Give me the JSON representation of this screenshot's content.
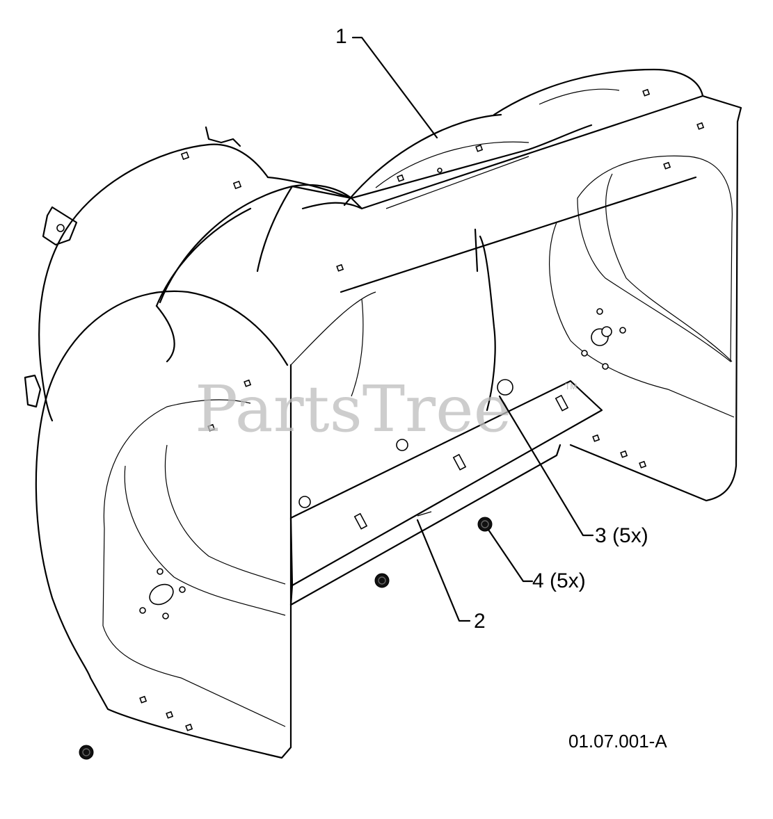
{
  "callouts": {
    "part_1": "1",
    "part_2": "2",
    "part_3": "3 (5x)",
    "part_4": "4 (5x)"
  },
  "figure_id": "01.07.001-A",
  "watermark": {
    "text": "PartsTree",
    "trademark": "TM"
  },
  "colors": {
    "line": "#000000",
    "background": "#ffffff",
    "watermark": "#bdbdbd"
  }
}
